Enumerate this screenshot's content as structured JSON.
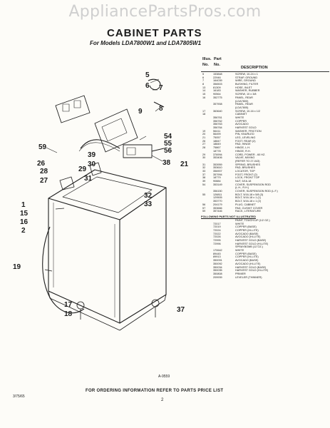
{
  "watermark": "AppliancePartsPros.com",
  "title": "CABINET PARTS",
  "subtitle": "For Models LDA7800W1 and LDA7805W1",
  "figure_id": "A-9559",
  "callouts": [
    "5",
    "6",
    "7",
    "8",
    "9",
    "54",
    "55",
    "56",
    "59",
    "39",
    "30",
    "26",
    "28",
    "29",
    "27",
    "31",
    "38",
    "21",
    "32",
    "33",
    "1",
    "15",
    "16",
    "2",
    "19",
    "37",
    "17",
    "18"
  ],
  "table": {
    "header": {
      "illus": "Illus.",
      "no": "No.",
      "part": "Part",
      "part_no": "No.",
      "description": "DESCRIPTION"
    },
    "rows": [
      {
        "ill": "5",
        "pn": "153848",
        "desc": "SCREW, 10-24 x 1"
      },
      {
        "ill": "6",
        "pn": "22946",
        "desc": "STRAP, GROUND"
      },
      {
        "ill": "7",
        "pn": "164039",
        "desc": "WIRE, GROUND"
      },
      {
        "ill": "8",
        "pn": "356503",
        "desc": "BUSHING, FILTER"
      },
      {
        "ill": "13",
        "pn": "81309",
        "desc": "HOSE, INLET"
      },
      {
        "ill": "14",
        "pn": "16183",
        "desc": "WASHER, RUBBER"
      },
      {
        "ill": "15",
        "pn": "90564",
        "desc": "SCREW, 10 x 3/8"
      },
      {
        "ill": "16",
        "pn": "352775",
        "desc": "PANEL, REAR"
      },
      {
        "ill": "",
        "pn": "",
        "desc": "(LDA7800)"
      },
      {
        "ill": "",
        "pn": "357908",
        "desc": "PANEL, REAR"
      },
      {
        "ill": "",
        "pn": "",
        "desc": "(LDA7805)"
      },
      {
        "ill": "17",
        "pn": "363640",
        "desc": "SCREW, 10-16 x 1/2"
      },
      {
        "ill": "18",
        "pn": "",
        "desc": "CABINET"
      },
      {
        "ill": "",
        "pn": "356761",
        "desc": "WHITE"
      },
      {
        "ill": "",
        "pn": "356762",
        "desc": "COPPER"
      },
      {
        "ill": "",
        "pn": "356763",
        "desc": "AVOCADO"
      },
      {
        "ill": "",
        "pn": "356764",
        "desc": "HARVEST GOLD"
      },
      {
        "ill": "19",
        "pn": "56411",
        "desc": "WASHER, FRICTION"
      },
      {
        "ill": "20",
        "pn": "56499",
        "desc": "PIN, KNURLED"
      },
      {
        "ill": "21",
        "pn": "75057",
        "desc": "LEG, LEVELING"
      },
      {
        "ill": "26",
        "pn": "18847",
        "desc": "FOOT, REAR (2)"
      },
      {
        "ill": "27",
        "pn": "18849",
        "desc": "PAD, HINGE"
      },
      {
        "ill": "28",
        "pn": "75867",
        "desc": "HINGE, L.H."
      },
      {
        "ill": "",
        "pn": "18778",
        "desc": "HINGE, R.H."
      },
      {
        "ill": "29",
        "pn": "376994",
        "desc": "CORD, POWER - 60 HZ."
      },
      {
        "ill": "30",
        "pn": "353406",
        "desc": "VALVE, MIXING"
      },
      {
        "ill": "",
        "pn": "",
        "desc": "(REFER TO 27-043)"
      },
      {
        "ill": "31",
        "pn": "353959",
        "desc": "SPRING, BRUSHES"
      },
      {
        "ill": "32",
        "pn": "353610",
        "desc": "PAD, BRUSHES"
      },
      {
        "ill": "33",
        "pn": "356907",
        "desc": "LOCATOR, TOP"
      },
      {
        "ill": "37",
        "pn": "357994",
        "desc": "FOOT, FRONT (2)"
      },
      {
        "ill": "38",
        "pn": "18779",
        "desc": "LOCK, FRONT TOP"
      },
      {
        "ill": "39",
        "pn": "90884",
        "desc": "NUT, 5/16-18"
      },
      {
        "ill": "54",
        "pn": "353149",
        "desc": "COVER, SUSPENSION ROD"
      },
      {
        "ill": "",
        "pn": "",
        "desc": "(L.H., R.H.)"
      },
      {
        "ill": "",
        "pn": "356150",
        "desc": "COVER, SUSPENSION ROD (L.F.)"
      },
      {
        "ill": "55",
        "pn": "126811",
        "desc": "BOLT, 5/16-18 x 5/8 (3)"
      },
      {
        "ill": "",
        "pn": "129505",
        "desc": "BOLT, 5/16-18 x 1 (1)"
      },
      {
        "ill": "",
        "pn": "353770",
        "desc": "BOLT, 5/16-18 x 1 (2)"
      },
      {
        "ill": "56",
        "pn": "204179",
        "desc": "PLUG, CABINET"
      },
      {
        "ill": "57",
        "pn": "353666",
        "desc": "PAD, CUSHIT COVER"
      },
      {
        "ill": "59",
        "pn": "357446",
        "desc": "RACK, LITERATURE"
      }
    ],
    "section_title": "FOLLOWING PARTS NOT ILLUSTRATED",
    "rows2": [
      {
        "ill": "",
        "pn": "",
        "desc": "PAINT, TOUCH-UP (1/2 OZ.)"
      },
      {
        "ill": "",
        "pn": "72017",
        "desc": "WHITE"
      },
      {
        "ill": "",
        "pn": "72019",
        "desc": "COPPER (BASE)"
      },
      {
        "ill": "",
        "pn": "72024",
        "desc": "COPPER (HI-LITE)"
      },
      {
        "ill": "",
        "pn": "72022",
        "desc": "AVOCADO (BASE)"
      },
      {
        "ill": "",
        "pn": "72026",
        "desc": "AVOCADO (HI-LITE)"
      },
      {
        "ill": "",
        "pn": "72995",
        "desc": "HARVEST GOLD (BASE)"
      },
      {
        "ill": "",
        "pn": "72996",
        "desc": "HARVEST GOLD (HI-LITE)"
      },
      {
        "ill": "",
        "pn": "",
        "desc": "SPRAYBOMB (12 OZ.)"
      },
      {
        "ill": "",
        "pn": "170642",
        "desc": "WHITE"
      },
      {
        "ill": "",
        "pn": "89445",
        "desc": "COPPER (BASE)"
      },
      {
        "ill": "",
        "pn": "89913",
        "desc": "COPPER (HI-LITE)"
      },
      {
        "ill": "",
        "pn": "350091",
        "desc": "AVOCADO (BASE)"
      },
      {
        "ill": "",
        "pn": "350092",
        "desc": "AVOCADO (HI-LITE)"
      },
      {
        "ill": "",
        "pn": "350034",
        "desc": "HARVEST GOLD (BASE)"
      },
      {
        "ill": "",
        "pn": "350035",
        "desc": "HARVEST GOLD (HI-LITE)"
      },
      {
        "ill": "",
        "pn": "350808",
        "desc": "PRIMER"
      },
      {
        "ill": "",
        "pn": "209939",
        "desc": "LEVELER (THINNER)"
      }
    ]
  },
  "footer": "FOR ORDERING INFORMATION REFER TO PARTS PRICE LIST",
  "page_num": "2",
  "doc_code": "3/75/65"
}
